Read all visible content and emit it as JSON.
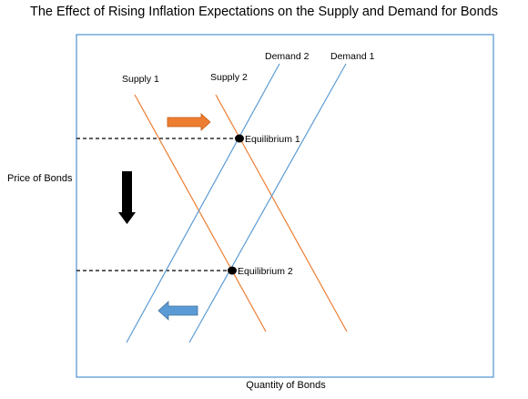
{
  "title": "The Effect of Rising Inflation Expectations on the Supply and Demand for Bonds",
  "axes": {
    "y_label": "Price of Bonds",
    "x_label": "Quantity of Bonds"
  },
  "curves": {
    "supply_1": "Supply 1",
    "supply_2": "Supply 2",
    "demand_1": "Demand 1",
    "demand_2": "Demand 2"
  },
  "equilibria": {
    "eq1": "Equilibrium 1",
    "eq2": "Equilibrium 2"
  },
  "colors": {
    "supply": "#ed7d31",
    "demand": "#5b9bd5",
    "arrow_supply_shift": "#ed7d31",
    "arrow_demand_shift": "#5b9bd5",
    "arrow_price_change": "#000000",
    "frame": "#5b9bd5"
  }
}
